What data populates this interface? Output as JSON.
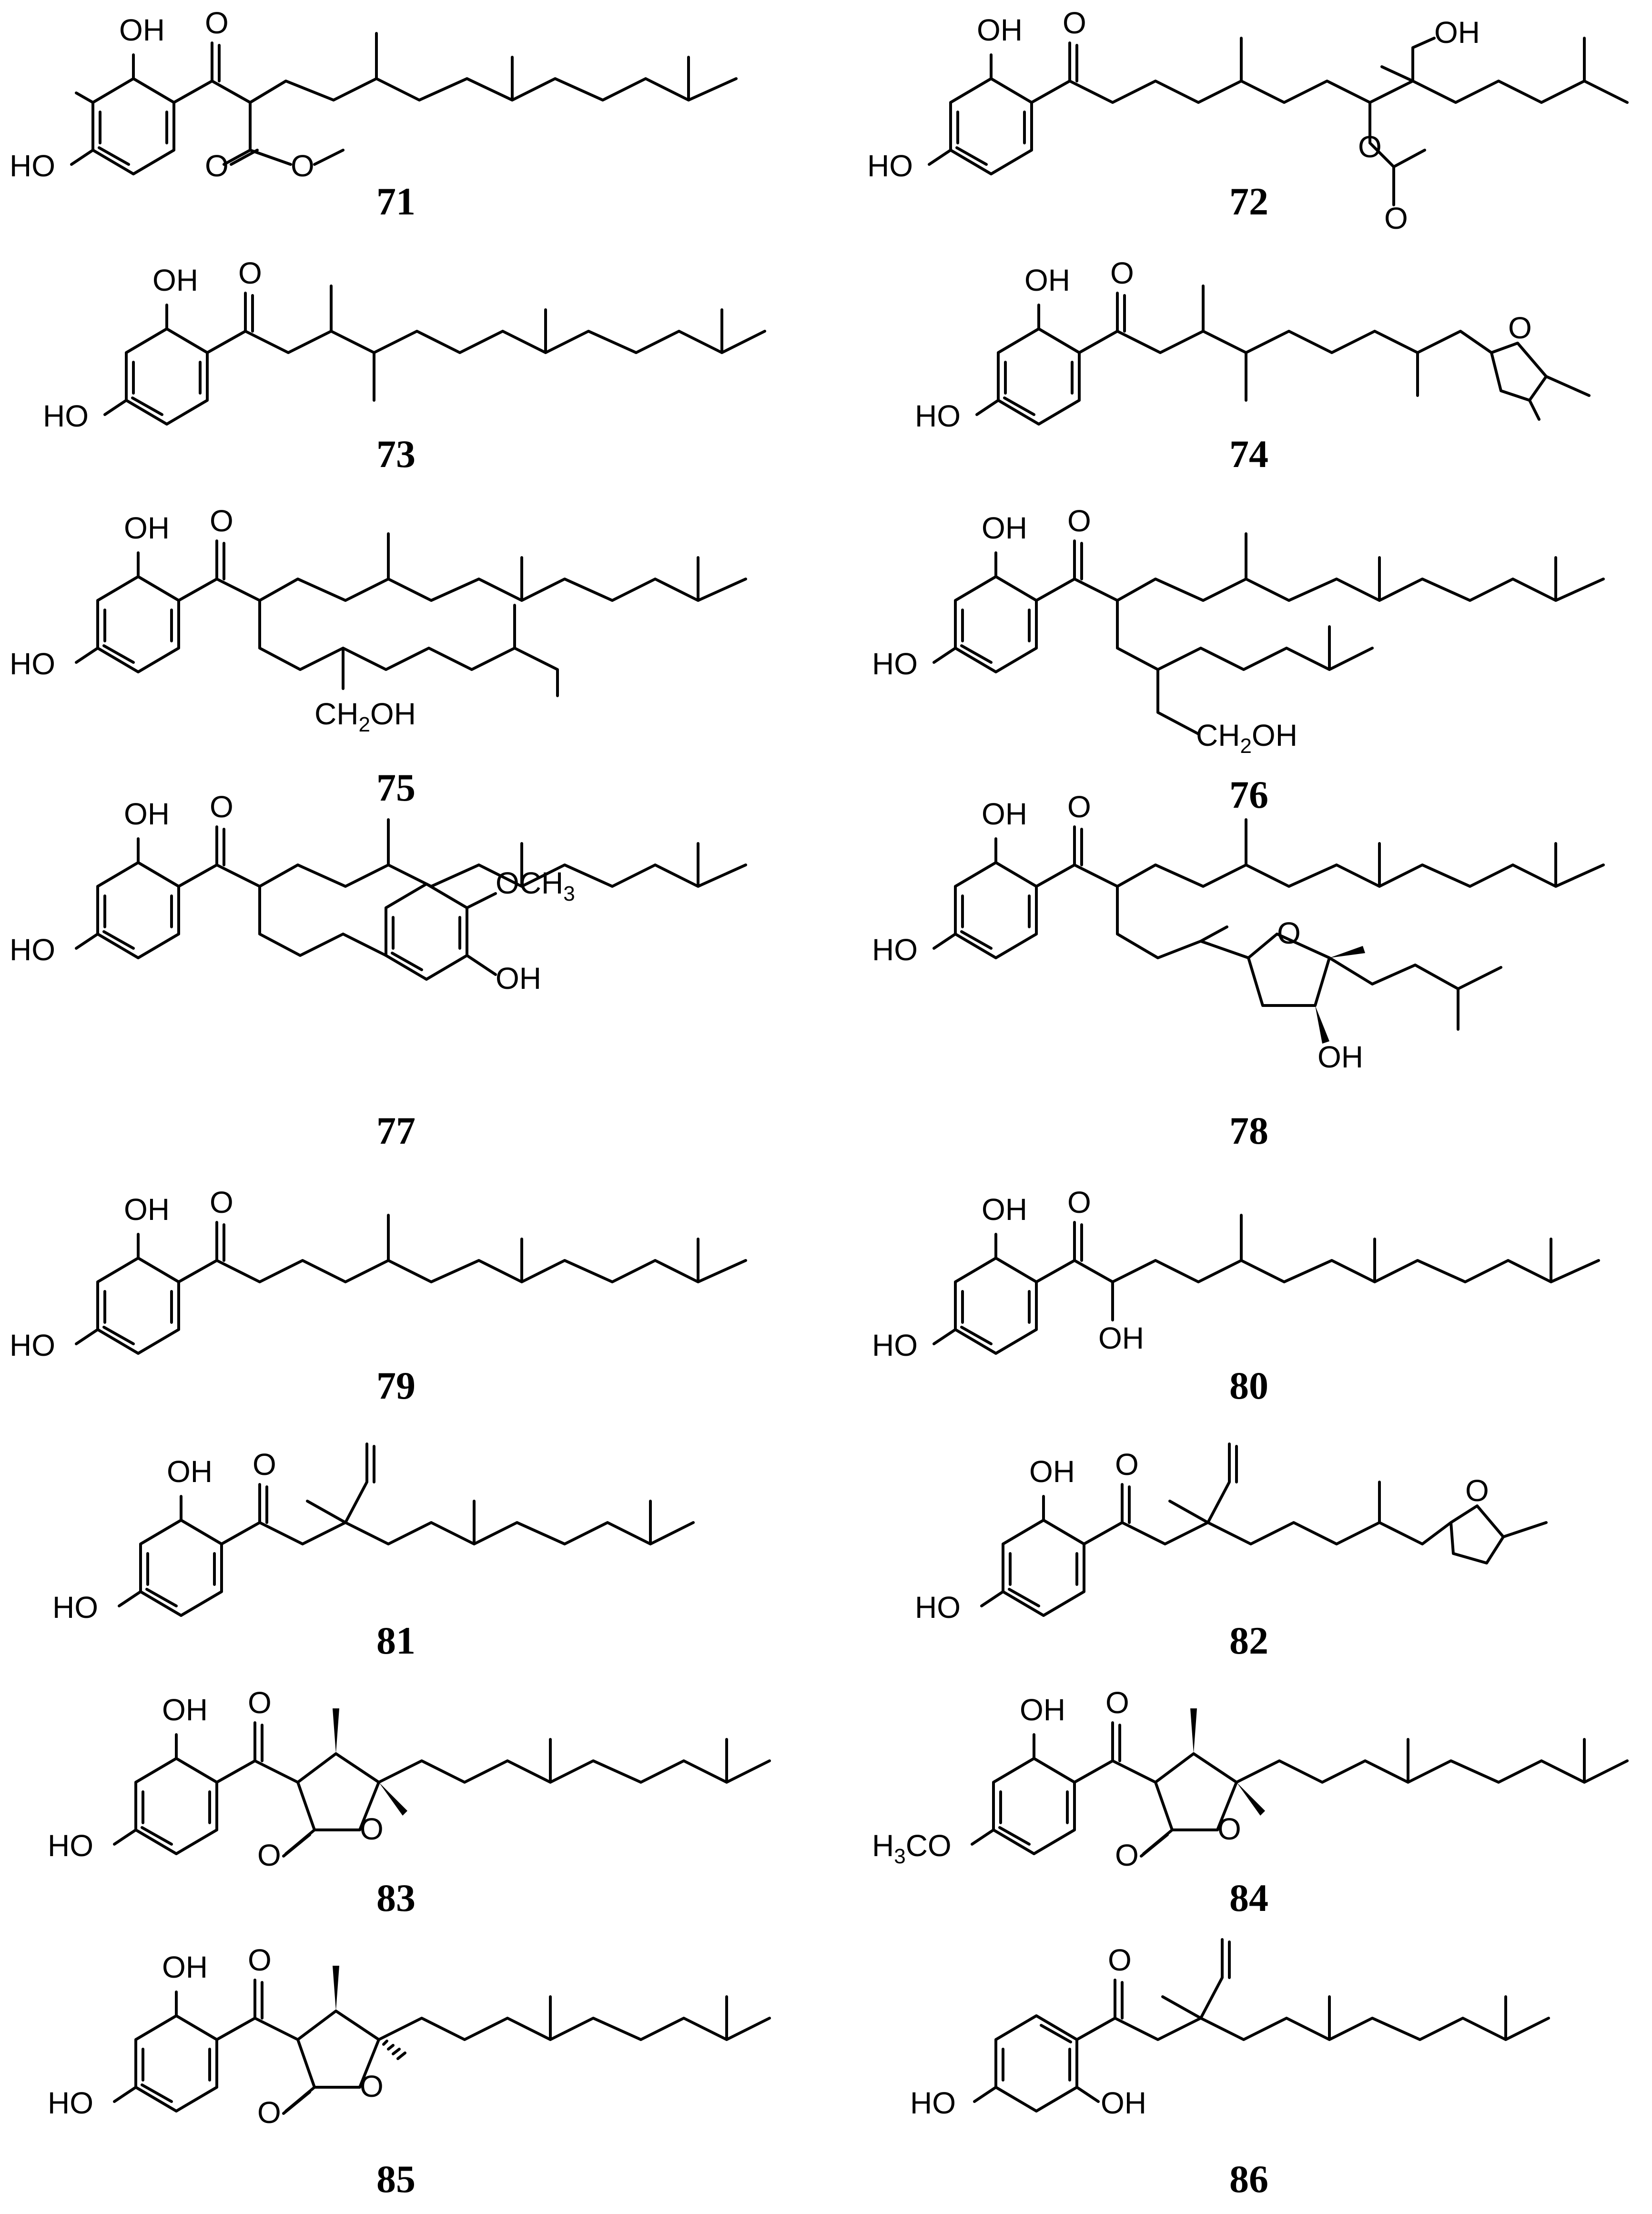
{
  "labels": {
    "oh": "OH",
    "ho": "HO",
    "o": "O",
    "och3_base": "OCH",
    "och3_sub": "3",
    "h3co_h": "H",
    "h3co_sub": "3",
    "h3co_co": "CO",
    "ch2oh_ch": "CH",
    "ch2oh_sub": "2",
    "ch2oh_oh": "OH"
  },
  "compounds": [
    {
      "id": "71",
      "label": "71"
    },
    {
      "id": "72",
      "label": "72"
    },
    {
      "id": "73",
      "label": "73"
    },
    {
      "id": "74",
      "label": "74"
    },
    {
      "id": "75",
      "label": "75"
    },
    {
      "id": "76",
      "label": "76"
    },
    {
      "id": "77",
      "label": "77"
    },
    {
      "id": "78",
      "label": "78"
    },
    {
      "id": "79",
      "label": "79"
    },
    {
      "id": "80",
      "label": "80"
    },
    {
      "id": "81",
      "label": "81"
    },
    {
      "id": "82",
      "label": "82"
    },
    {
      "id": "83",
      "label": "83"
    },
    {
      "id": "84",
      "label": "84"
    },
    {
      "id": "85",
      "label": "85"
    },
    {
      "id": "86",
      "label": "86"
    }
  ]
}
